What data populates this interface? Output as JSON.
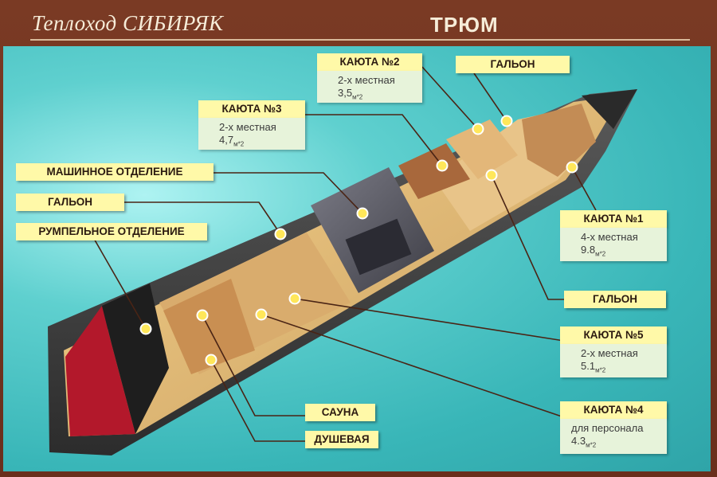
{
  "header": {
    "ship_prefix": "Теплоход ",
    "ship_name": "СИБИРЯК",
    "section": "ТРЮМ"
  },
  "rooms": [
    {
      "id": "cabin2",
      "name": "КАЮТА №2",
      "capacity": "2-х местная",
      "area_value": "3,5",
      "area_unit": "м*2"
    },
    {
      "id": "wc_top",
      "name": "ГАЛЬОН"
    },
    {
      "id": "cabin3",
      "name": "КАЮТА №3",
      "capacity": "2-х местная",
      "area_value": "4,7",
      "area_unit": "м*2"
    },
    {
      "id": "engine",
      "name": "МАШИННОЕ ОТДЕЛЕНИЕ"
    },
    {
      "id": "wc_left",
      "name": "ГАЛЬОН"
    },
    {
      "id": "rudder",
      "name": "РУМПЕЛЬНОЕ ОТДЕЛЕНИЕ"
    },
    {
      "id": "cabin1",
      "name": "КАЮТА №1",
      "capacity": "4-х местная",
      "area_value": "9.8",
      "area_unit": "м*2"
    },
    {
      "id": "wc_right",
      "name": "ГАЛЬОН"
    },
    {
      "id": "cabin5",
      "name": "КАЮТА №5",
      "capacity": "2-х местная",
      "area_value": "5.1",
      "area_unit": "м*2"
    },
    {
      "id": "cabin4",
      "name": "КАЮТА №4",
      "capacity": "для персонала",
      "area_value": "4.3",
      "area_unit": "м*2"
    },
    {
      "id": "sauna",
      "name": "САУНА"
    },
    {
      "id": "shower",
      "name": "ДУШЕВАЯ"
    }
  ]
}
